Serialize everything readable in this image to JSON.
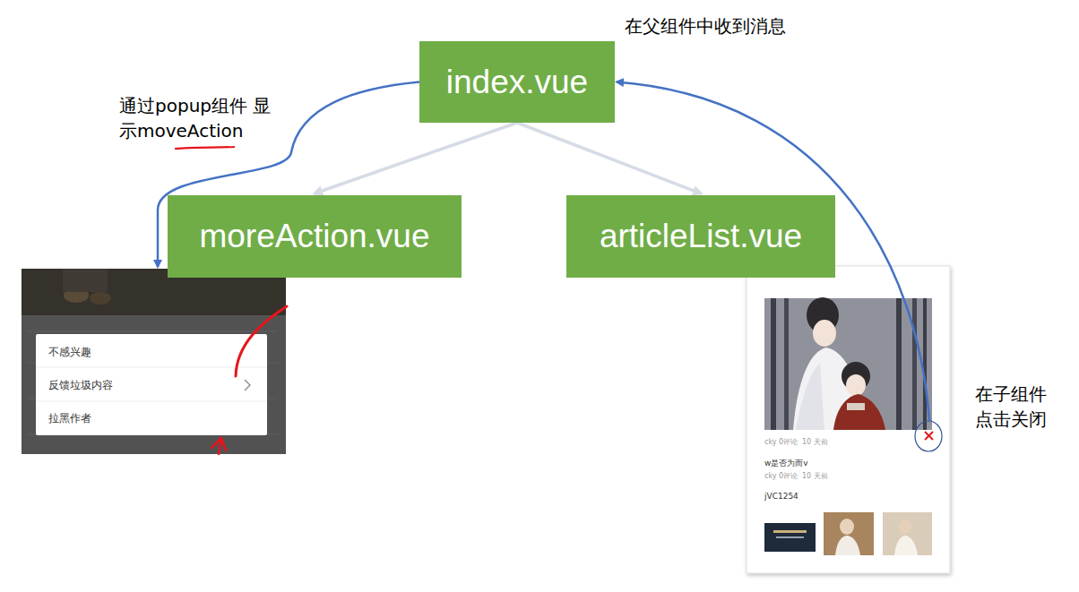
{
  "diagram": {
    "nodes": [
      {
        "text": [
          "index.vue"
        ]
      },
      {
        "text": [
          "moreAction.vue"
        ]
      },
      {
        "text": [
          "articleList.vue"
        ]
      }
    ],
    "edges": [
      {
        "from": 0,
        "to": 1,
        "arrow": "to"
      },
      {
        "from": 0,
        "to": 2,
        "arrow": "to"
      },
      {
        "from": 0,
        "to": 1,
        "arrow": "to"
      },
      {
        "from": 2,
        "to": 0,
        "arrow": "to"
      }
    ],
    "labels": [
      "在父组件中收到消息",
      "通过popup组件 显示moveAction",
      "在子组件 点击关闭",
      "不感兴趣",
      "反馈垃圾内容",
      "拉黑作者",
      "cky",
      "0评论",
      "10 天前",
      "w是否为而v",
      "cky",
      "0评论",
      "10 天前",
      "jVC1254"
    ]
  }
}
